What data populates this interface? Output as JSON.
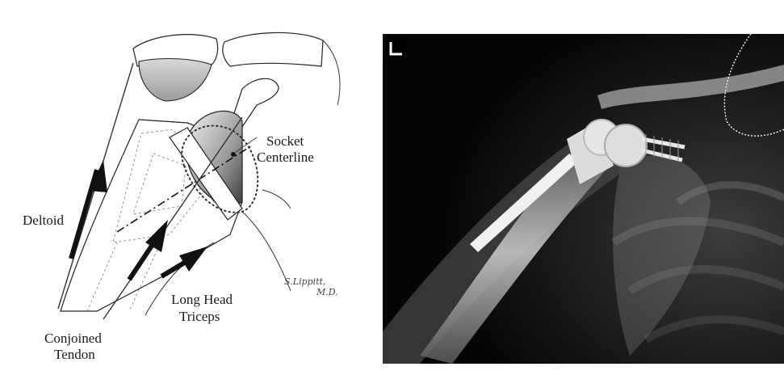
{
  "diagram": {
    "labels": {
      "socket_line1": "Socket",
      "socket_line2": "Centerline",
      "deltoid": "Deltoid",
      "long_head_line1": "Long Head",
      "long_head_line2": "Triceps",
      "conjoined_line1": "Conjoined",
      "conjoined_line2": "Tendon",
      "signature_line1": "S.Lippitt,",
      "signature_line2": "M.D."
    }
  },
  "xray": {
    "orientation_marker": "L",
    "colors": {
      "background": "#000000",
      "bone": "#bdbdbd",
      "implant": "#e8e8e8"
    }
  }
}
